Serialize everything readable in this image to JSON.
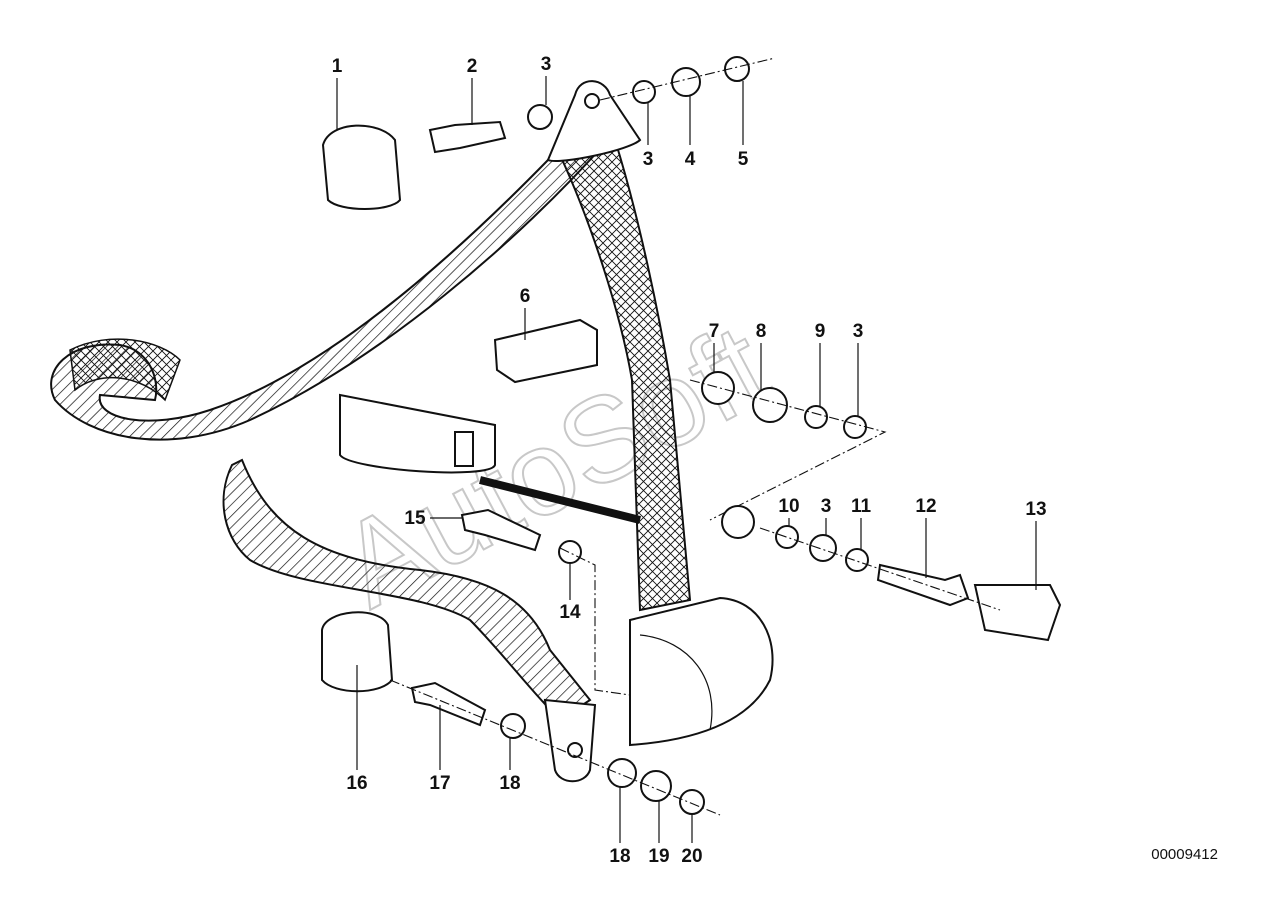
{
  "watermark": "AutoSoft",
  "diagram_number": "00009412",
  "callouts": [
    "1",
    "2",
    "3",
    "3",
    "4",
    "5",
    "6",
    "7",
    "8",
    "9",
    "3",
    "10",
    "3",
    "11",
    "12",
    "13",
    "15",
    "14",
    "16",
    "17",
    "18",
    "18",
    "19",
    "20"
  ]
}
